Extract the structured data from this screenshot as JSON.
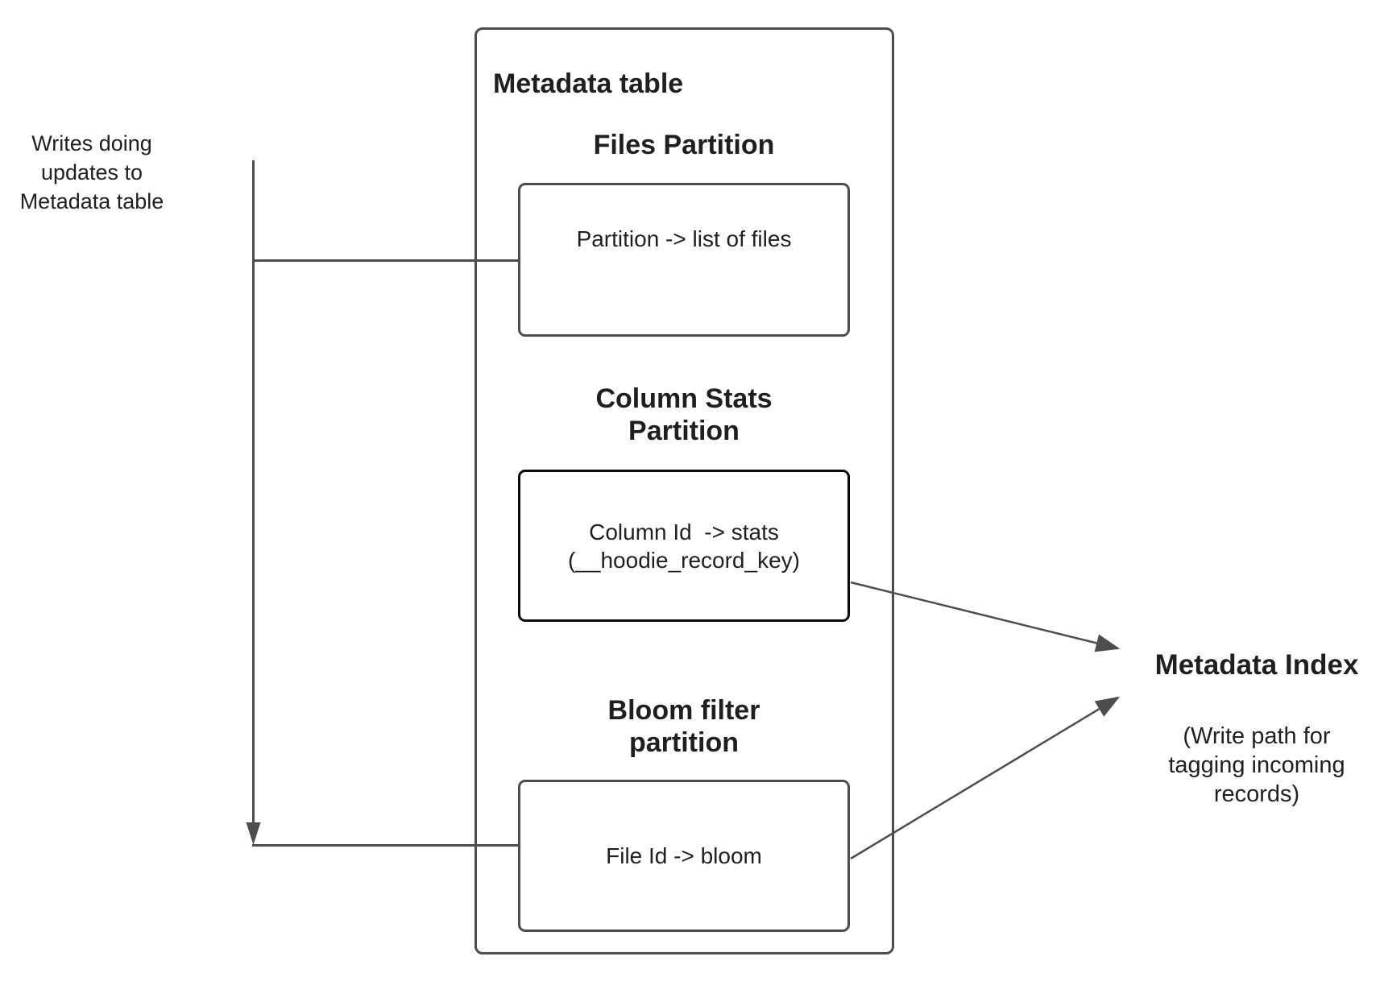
{
  "colors": {
    "connector_line": "#4d4d4d",
    "box_border": "#4d4d4d",
    "column_stats_box_border": "#0b0b0b",
    "text": "#1f1f1f",
    "background": "#ffffff"
  },
  "writes_note": "Writes doing\nupdates to\nMetadata table",
  "metadata_table": {
    "title": "Metadata table",
    "partitions": [
      {
        "id": "files-partition",
        "heading": "Files Partition",
        "body": "Partition -> list of files"
      },
      {
        "id": "column-stats-partition",
        "heading": "Column Stats\nPartition",
        "body": "Column Id  -> stats\n(__hoodie_record_key)"
      },
      {
        "id": "bloom-filter-partition",
        "heading": "Bloom filter\npartition",
        "body": "File Id -> bloom"
      }
    ]
  },
  "metadata_index": {
    "title": "Metadata Index",
    "subtitle": "(Write path for\ntagging incoming\nrecords)"
  },
  "edges": [
    {
      "from": "writes-note",
      "to": "files-partition-box",
      "style": "plain-tee"
    },
    {
      "from": "writes-note",
      "to": "bloom-filter-partition-box",
      "style": "arrow-down-then-right"
    },
    {
      "from": "column-stats-partition-box",
      "to": "metadata-index",
      "style": "arrow"
    },
    {
      "from": "bloom-filter-partition-box",
      "to": "metadata-index",
      "style": "arrow"
    }
  ]
}
